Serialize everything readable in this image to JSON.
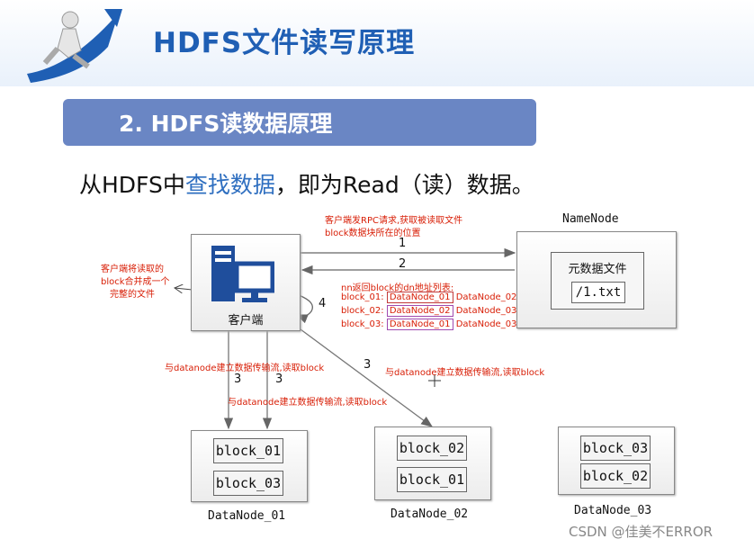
{
  "header": {
    "title": "HDFS文件读写原理"
  },
  "section": {
    "subtitle": "2. HDFS读数据原理"
  },
  "intro": {
    "prefix": "从HDFS中",
    "highlight": "查找数据",
    "suffix": "，即为Read（读）数据。"
  },
  "client": {
    "label": "客户端"
  },
  "namenode": {
    "title": "NameNode",
    "meta_label": "元数据文件",
    "file": "/1.txt"
  },
  "annotations": {
    "rpc_line1": "客户端发RPC请求,获取被读取文件",
    "rpc_line2": "block数据块所在的位置",
    "step1": "1",
    "step2": "2",
    "nn_return": "nn返回block的dn地址列表:",
    "merge_line1": "客户端将读取的",
    "merge_line2": "block合并成一个",
    "merge_line3": "完整的文件",
    "step4": "4",
    "stream1": "与datanode建立数据传输流,读取block",
    "stream2": "与datanode建立数据传输流,读取block",
    "stream3": "与datanode建立数据传输流,读取block",
    "step3a": "3",
    "step3b": "3",
    "step3c": "3"
  },
  "block_list": [
    {
      "block": "block_01:",
      "primary": "DataNode_01",
      "secondary": "DataNode_02"
    },
    {
      "block": "block_02:",
      "primary": "DataNode_02",
      "secondary": "DataNode_03"
    },
    {
      "block": "block_03:",
      "primary": "DataNode_01",
      "secondary": "DataNode_03"
    }
  ],
  "datanodes": [
    {
      "name": "DataNode_01",
      "blocks": [
        "block_01",
        "block_03"
      ]
    },
    {
      "name": "DataNode_02",
      "blocks": [
        "block_02",
        "block_01"
      ]
    },
    {
      "name": "DataNode_03",
      "blocks": [
        "block_03",
        "block_02"
      ]
    }
  ],
  "watermark": "CSDN @佳美不ERROR",
  "colors": {
    "title": "#1f5fb4",
    "subbar": "#6a86c4",
    "annotation": "#d81e06",
    "highlight": "#2f6fc0"
  }
}
